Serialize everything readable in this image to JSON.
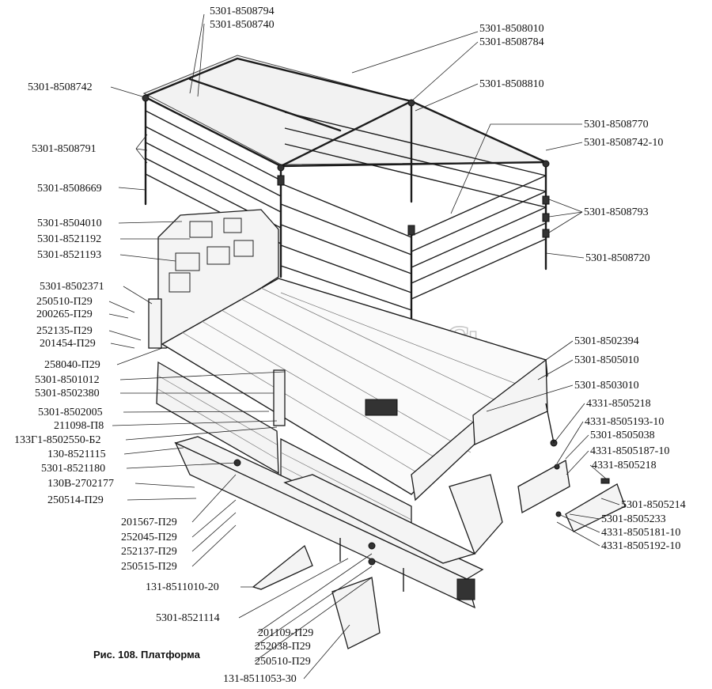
{
  "caption": "Рис. 108. Платформа",
  "watermark": "AutoSoft",
  "labels": {
    "l01": "5301-8508794",
    "l02": "5301-8508740",
    "l03": "5301-8508742",
    "l04": "5301-8508791",
    "l05": "5301-8508669",
    "l06": "5301-8504010",
    "l07": "5301-8521192",
    "l08": "5301-8521193",
    "l09": "5301-8502371",
    "l10": "250510-П29",
    "l11": "200265-П29",
    "l12": "252135-П29",
    "l13": "201454-П29",
    "l14": "258040-П29",
    "l15": "5301-8501012",
    "l16": "5301-8502380",
    "l17": "5301-8502005",
    "l18": "211098-П8",
    "l19": "133Г1-8502550-Б2",
    "l20": "130-8521115",
    "l21": "5301-8521180",
    "l22": "130В-2702177",
    "l23": "250514-П29",
    "l24": "201567-П29",
    "l25": "252045-П29",
    "l26": "252137-П29",
    "l27": "250515-П29",
    "l28": "131-8511010-20",
    "l29": "5301-8521114",
    "l30": "201109-П29",
    "l31": "252038-П29",
    "l32": "250510-П29",
    "l33": "131-8511053-30",
    "r01": "5301-8508010",
    "r02": "5301-8508784",
    "r03": "5301-8508810",
    "r04": "5301-8508770",
    "r05": "5301-8508742-10",
    "r06": "5301-8508793",
    "r07": "5301-8508720",
    "r08": "5301-8502394",
    "r09": "5301-8505010",
    "r10": "5301-8503010",
    "r11": "4331-8505218",
    "r12": "4331-8505193-10",
    "r13": "5301-8505038",
    "r14": "4331-8505187-10",
    "r15": "4331-8505218",
    "r16": "5301-8505214",
    "r17": "5301-8505233",
    "r18": "4331-8505181-10",
    "r19": "4331-8505192-10"
  }
}
